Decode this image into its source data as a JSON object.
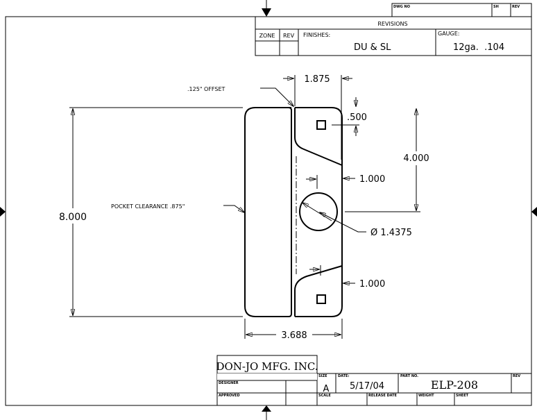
{
  "title_block_top": {
    "dwg_no_label": "DWG NO",
    "sh_label": "SH",
    "rev_label": "REV"
  },
  "revisions": {
    "title": "REVISIONS",
    "zone_label": "ZONE",
    "rev_label": "REV",
    "finishes_label": "FINISHES:",
    "finishes_value": "DU & SL",
    "gauge_label": "GAUGE:",
    "gauge_value": "12ga.  .104"
  },
  "dimensions": {
    "offset": ".125\" OFFSET",
    "width_top": "1.875",
    "square_offset": ".500",
    "hole_height": "4.000",
    "tab_upper": "1.000",
    "tab_lower": "1.000",
    "hole_diameter": "Ø 1.4375",
    "pocket_clearance": "POCKET CLEARANCE .875\"",
    "overall_height": "8.000",
    "overall_width": "3.688"
  },
  "title_block": {
    "company": "DON-JO MFG. INC.",
    "designer_label": "DESIGNER",
    "approved_label": "APPROVED",
    "size_label": "SIZE",
    "size_value": "A",
    "date_label": "DATE:",
    "date_value": "5/17/04",
    "part_no_label": "PART NO.",
    "part_no_value": "ELP-208",
    "rev_label": "REV",
    "scale_label": "SCALE",
    "release_date_label": "RELEASE DATE",
    "weight_label": "WEIGHT",
    "sheet_label": "SHEET"
  }
}
